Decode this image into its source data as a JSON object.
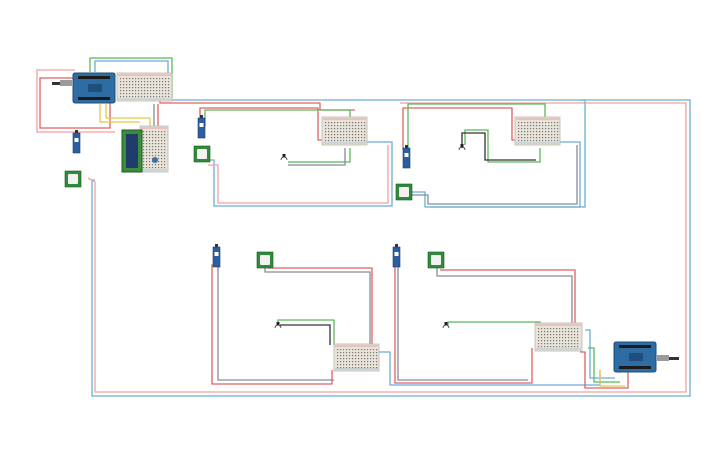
{
  "page": {
    "title": "",
    "background": "#ffffff"
  },
  "components": {
    "microcontrollers": [
      {
        "id": "arduino-uno-1",
        "kind": "Arduino Uno"
      },
      {
        "id": "arduino-uno-2",
        "kind": "Arduino Uno"
      }
    ],
    "breadboards": [
      {
        "id": "breadboard-main"
      },
      {
        "id": "breadboard-lcd"
      },
      {
        "id": "breadboard-room-1"
      },
      {
        "id": "breadboard-room-2"
      },
      {
        "id": "breadboard-room-3"
      },
      {
        "id": "breadboard-room-4"
      }
    ],
    "displays": [
      {
        "id": "lcd-16x2",
        "kind": "LCD 16x2"
      }
    ],
    "servos": [
      {
        "id": "servo-1"
      },
      {
        "id": "servo-2"
      },
      {
        "id": "servo-3"
      },
      {
        "id": "servo-4"
      },
      {
        "id": "servo-5"
      }
    ],
    "pir_sensors": [
      {
        "id": "pir-1"
      },
      {
        "id": "pir-2"
      },
      {
        "id": "pir-3"
      },
      {
        "id": "pir-4"
      },
      {
        "id": "pir-5"
      }
    ],
    "bulbs": [
      {
        "id": "bulb-1"
      },
      {
        "id": "bulb-2"
      },
      {
        "id": "bulb-3"
      },
      {
        "id": "bulb-4"
      }
    ]
  },
  "colors": {
    "wire_red": "#e06060",
    "wire_red_light": "#f0a0a0",
    "wire_green": "#5cb85c",
    "wire_blue": "#6aaed6",
    "wire_gray": "#8a8a9a",
    "wire_yellow": "#e8c84a",
    "arduino_blue": "#2e6da4",
    "breadboard": "#e8e4dc",
    "lcd_green": "#3c8c3c",
    "servo_blue": "#2d5fa0",
    "pir_green": "#2f8a3a"
  }
}
